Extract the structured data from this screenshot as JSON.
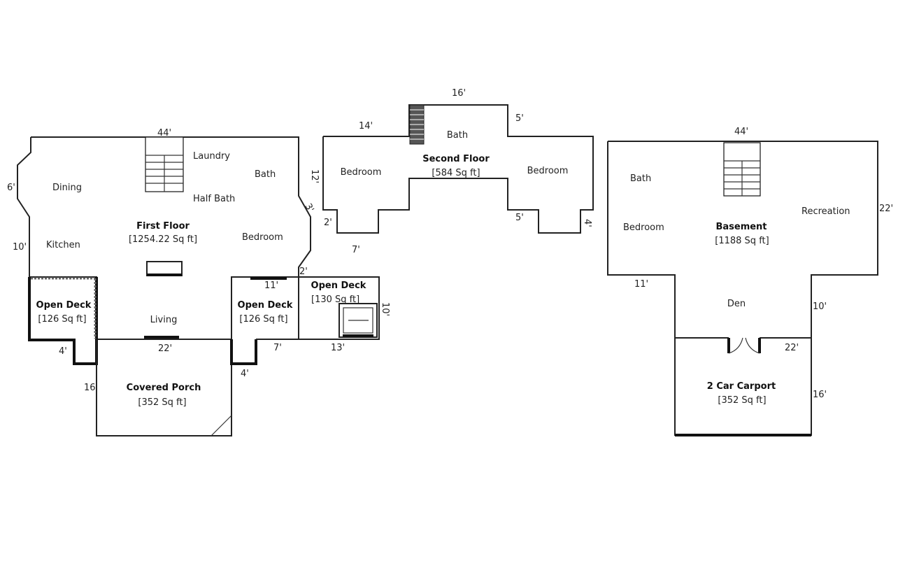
{
  "first_floor": {
    "rooms": {
      "dining": "Dining",
      "kitchen": "Kitchen",
      "laundry": "Laundry",
      "bath": "Bath",
      "half_bath": "Half Bath",
      "bedroom": "Bedroom",
      "living": "Living"
    },
    "title": "First Floor",
    "area": "[1254.22 Sq ft]",
    "dims": {
      "top": "44'",
      "left_upper": "6'",
      "left_lower": "10'",
      "right_angle": "3'",
      "right_small": "2'",
      "bottom": "22'",
      "deck_left": "4'",
      "porch_left": "16",
      "porch_right": "4'",
      "deck_mid_top": "11'",
      "deck_mid_bottom": "7'",
      "deck_right_bottom": "13'",
      "deck_right_side": "10'"
    }
  },
  "open_deck_left": {
    "title": "Open Deck",
    "area": "[126 Sq ft]"
  },
  "open_deck_mid": {
    "title": "Open Deck",
    "area": "[126 Sq ft]"
  },
  "open_deck_right": {
    "title": "Open Deck",
    "area": "[130  Sq ft]"
  },
  "covered_porch": {
    "title": "Covered Porch",
    "area": "[352 Sq ft]"
  },
  "second_floor": {
    "title": "Second Floor",
    "area": "[584 Sq ft]",
    "rooms": {
      "bath": "Bath",
      "bedroom_left": "Bedroom",
      "bedroom_right": "Bedroom"
    },
    "dims": {
      "top": "16'",
      "left_top": "14'",
      "right_top": "5'",
      "left_side": "12'",
      "left_bump": "2'",
      "bottom_left": "7'",
      "right_bump": "5'",
      "right_side": "4'"
    }
  },
  "basement": {
    "title": "Basement",
    "area": "[1188 Sq ft]",
    "rooms": {
      "bath": "Bath",
      "bedroom": "Bedroom",
      "recreation": "Recreation",
      "den": "Den"
    },
    "dims": {
      "top": "44'",
      "right": "22'",
      "left_step": "11'",
      "den_right": "10'",
      "carport_top": "22'",
      "carport_right": "16'"
    }
  },
  "carport": {
    "title": "2 Car Carport",
    "area": "[352 Sq ft]"
  }
}
